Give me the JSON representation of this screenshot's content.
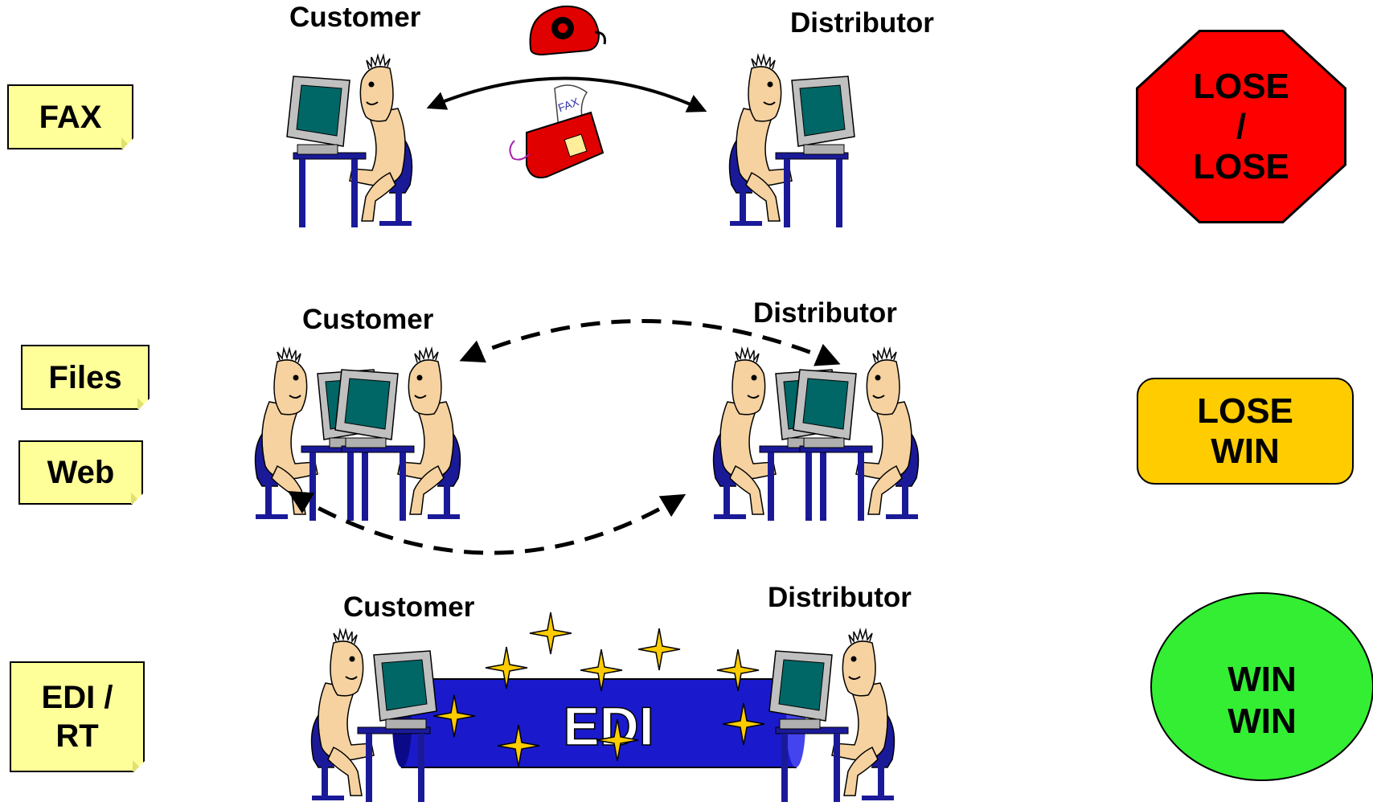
{
  "rows": [
    {
      "methods": [
        "FAX"
      ],
      "customer_label": "Customer",
      "distributor_label": "Distributor",
      "outcome": [
        "LOSE",
        "/",
        "LOSE"
      ]
    },
    {
      "methods": [
        "Files",
        "Web"
      ],
      "customer_label": "Customer",
      "distributor_label": "Distributor",
      "outcome": [
        "LOSE",
        "WIN"
      ]
    },
    {
      "methods": [
        "EDI / RT"
      ],
      "customer_label": "Customer",
      "distributor_label": "Distributor",
      "channel_label": "EDI",
      "outcome": [
        "WIN",
        "WIN"
      ]
    }
  ],
  "colors": {
    "note_fill": "#ffff99",
    "lose_lose": "#ff0000",
    "lose_win": "#ffcc00",
    "win_win": "#33ee33",
    "edi_bar": "#1a1acc",
    "monitor": "#c0c0c0",
    "screen": "#006666",
    "skin": "#f5d2a0",
    "chair": "#1a1a99"
  },
  "icons": [
    "telephone-icon",
    "fax-machine-icon",
    "sparkle-icon"
  ]
}
